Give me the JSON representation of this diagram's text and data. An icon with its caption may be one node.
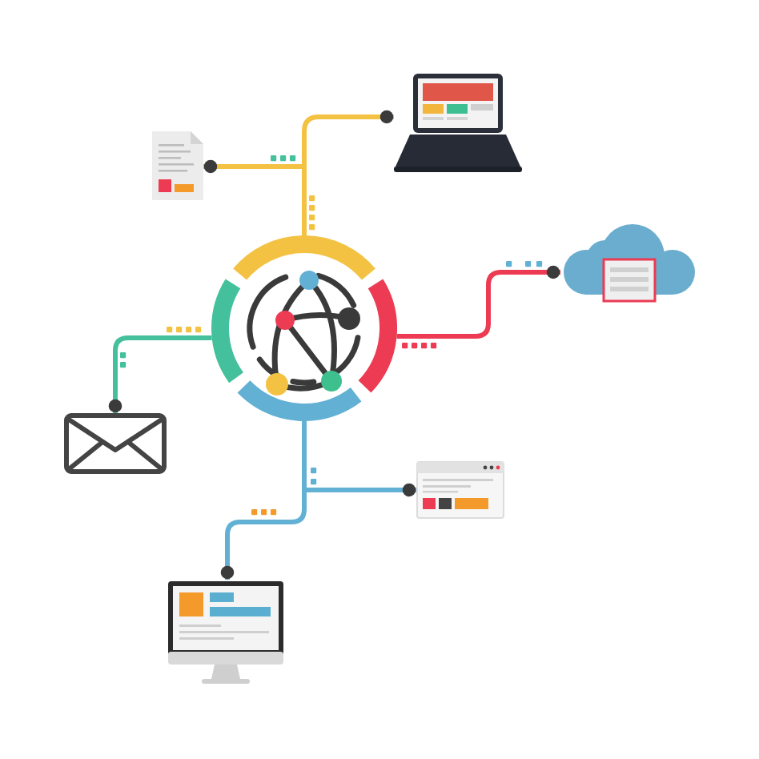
{
  "diagram": {
    "nodes": [
      {
        "text": [],
        "shape": "picture"
      },
      {
        "text": [],
        "shape": "picture"
      },
      {
        "text": [],
        "shape": "picture"
      },
      {
        "text": [],
        "shape": "picture"
      },
      {
        "text": [],
        "shape": "picture"
      },
      {
        "text": [],
        "shape": "picture"
      },
      {
        "text": [],
        "shape": "picture"
      }
    ],
    "edges": [
      {
        "from": 3,
        "to": 1,
        "arrow": "other",
        "color": "#f4c243"
      },
      {
        "from": 3,
        "to": 0,
        "arrow": "other",
        "color": "#f4c243"
      },
      {
        "from": 3,
        "to": 2,
        "arrow": "other",
        "color": "#ec3b53"
      },
      {
        "from": 3,
        "to": 5,
        "arrow": "other",
        "color": "#62b0d4"
      },
      {
        "from": 3,
        "to": 6,
        "arrow": "other",
        "color": "#62b0d4"
      },
      {
        "from": 3,
        "to": 4,
        "arrow": "other",
        "color": "#45c09c"
      }
    ]
  }
}
